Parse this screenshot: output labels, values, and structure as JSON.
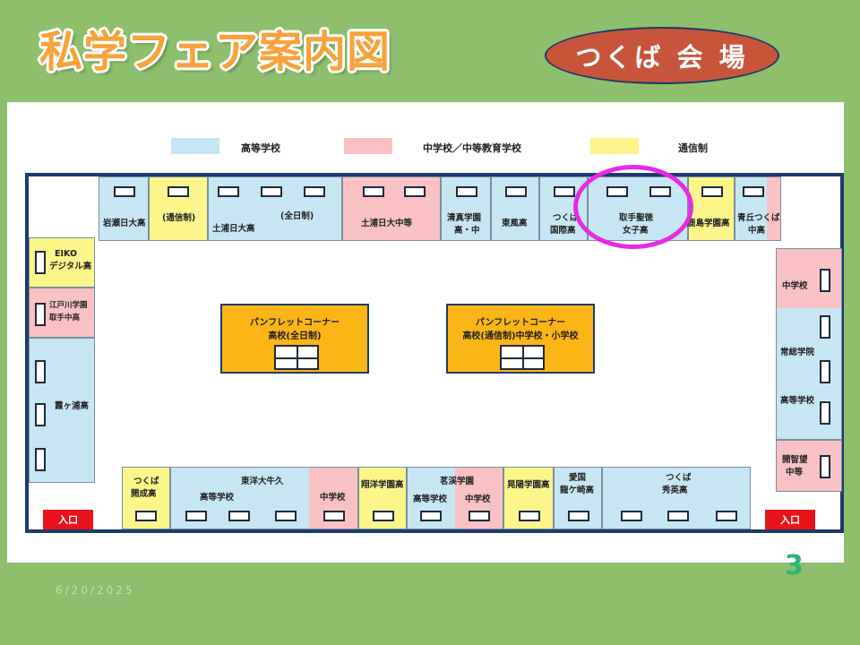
{
  "header": {
    "title": "私学フェア案内図",
    "venue": "つくば 会 場"
  },
  "legend": [
    {
      "label": "高等学校",
      "color": "#c7e6f4"
    },
    {
      "label": "中学校／中等教育学校",
      "color": "#f9c1c3"
    },
    {
      "label": "通信制",
      "color": "#fbf58a"
    }
  ],
  "booths": {
    "iwase": "岩瀬日大高",
    "tsuchiura_tsushin": "(通信制)",
    "tsuchiura_high": "土浦日大高",
    "tsuchiura_zen": "(全日制)",
    "tsuchiura_ms": "土浦日大中等",
    "seishin_1": "清真学園",
    "seishin_2": "高・中",
    "tohoh": "東風高",
    "tsukuba_kokusai_1": "つくば",
    "tsukuba_kokusai_2": "国際高",
    "toride_1": "取手聖徳",
    "toride_2": "女子高",
    "kashima": "鹿島学園高",
    "aoka_1": "青丘つくば",
    "aoka_2": "中高",
    "eiko_1": "EIKO",
    "eiko_2": "デジタル高",
    "edogawa_1": "江戸川学園",
    "edogawa_2": "取手中高",
    "kasumigaura": "霞ヶ浦高",
    "kaisei_1": "つくば",
    "kaisei_2": "開成高",
    "toyo_name": "東洋大牛久",
    "toyo_high": "高等学校",
    "toyo_ms": "中学校",
    "shoyo": "翔洋学園高",
    "meikei_name": "茗渓学園",
    "meikei_high": "高等学校",
    "meikei_ms": "中学校",
    "meiyo": "晃陽学園高",
    "aikoku_1": "愛国",
    "aikoku_2": "龍ケ崎高",
    "shuei_1": "つくば",
    "shuei_2": "秀英高",
    "joso_ms": "中学校",
    "joso_name": "常総学院",
    "joso_high": "高等学校",
    "kaichi_1": "開智望",
    "kaichi_2": "中等"
  },
  "pamphlet": [
    {
      "title": "パンフレットコーナー",
      "sub": "高校(全日制)"
    },
    {
      "title": "パンフレットコーナー",
      "sub": "高校(通信制)中学校・小学校"
    }
  ],
  "entrances": [
    "入口",
    "入口"
  ],
  "footer": {
    "page": "3",
    "date": "6/20/2025"
  },
  "colors": {
    "highlight": "#e629e6",
    "entrance": "#e8141c",
    "pamphlet": "#fbb516",
    "background": "#8dbf6c"
  }
}
